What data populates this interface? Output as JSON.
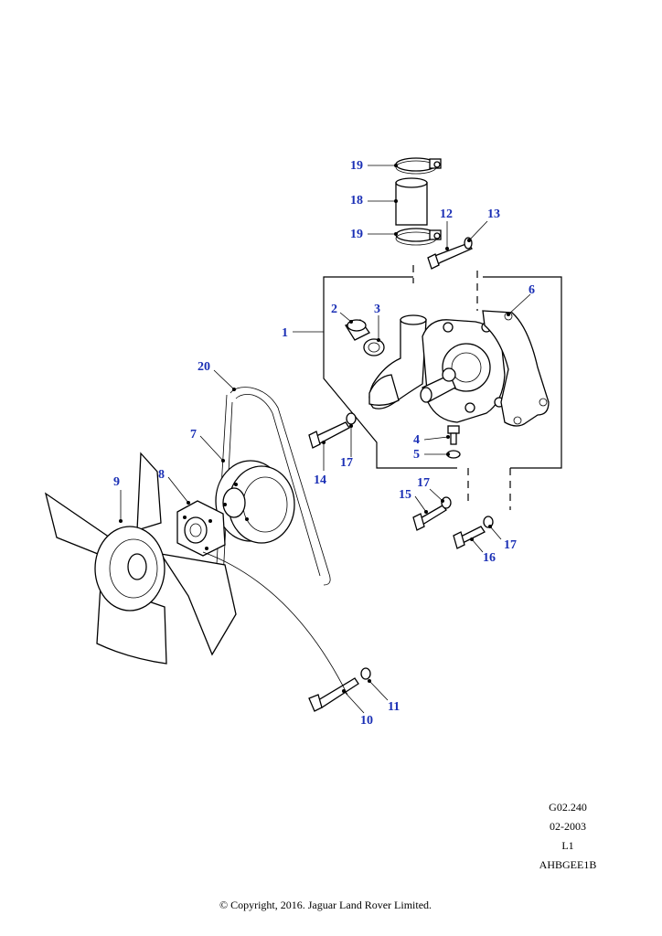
{
  "callouts": {
    "c1": "1",
    "c2": "2",
    "c3": "3",
    "c4": "4",
    "c5": "5",
    "c6": "6",
    "c7": "7",
    "c8": "8",
    "c9": "9",
    "c10": "10",
    "c11": "11",
    "c12": "12",
    "c13": "13",
    "c14": "14",
    "c15": "15",
    "c16": "16",
    "c17a": "17",
    "c17b": "17",
    "c17c": "17",
    "c18": "18",
    "c19a": "19",
    "c19b": "19",
    "c20": "20"
  },
  "reference": {
    "code": "G02.240",
    "date": "02-2003",
    "level": "L1",
    "id": "AHBGEE1B"
  },
  "copyright": "© Copyright, 2016. Jaguar Land Rover Limited.",
  "colors": {
    "callout": "#1a2fb5",
    "line": "#000000",
    "background": "#ffffff"
  }
}
